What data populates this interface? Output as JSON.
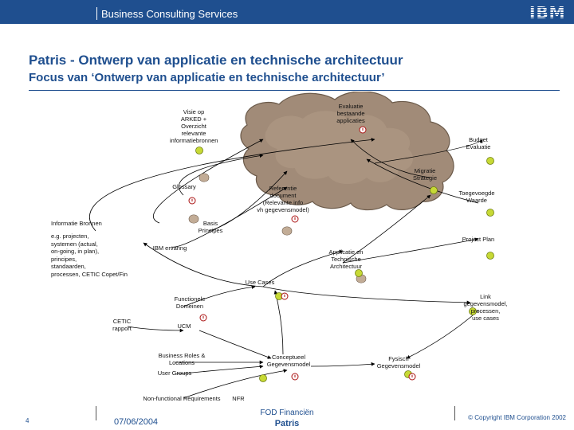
{
  "header": {
    "title": "Business Consulting Services",
    "logo": "IBM"
  },
  "slide": {
    "title": "Patris - Ontwerp van applicatie en technische architectuur",
    "subtitle": "Focus van ‘Ontwerp van applicatie en technische architectuur’"
  },
  "diagram": {
    "colors": {
      "cloud": "#a18b78",
      "cloud_outline": "#6b5a4a",
      "blob": "#c2ac96",
      "bullet": "#c7d935",
      "bullet_outline": "#6f7f10",
      "arrow": "#000000"
    },
    "nodes": {
      "visie": "Visie op\nARKED +\nOverzicht\nrelevante\ninformatiebronnen",
      "evaluatie": "Evaluatie\nbestaande\napplicaties",
      "budget": "Budget\nEvaluatie",
      "migratie": "Migratie\nStrategie",
      "glossary": "Glossary",
      "referentie": "Referentie\ndocument\n(Relevante info\nvh gegevensmodel)",
      "toegevoegde": "Toegevoegde\nWaarde",
      "basis": "Basis\nPrincipes",
      "informatie": "Informatie Bronnen",
      "informatie_detail": "e.g. projecten,\nsystemen (actual,\non-going, in plan),\nprincipes,\nstandaarden,\nprocessen, CETIC Copet/Fin",
      "ibm": "IBM ervaring",
      "project_plan": "Project Plan",
      "applicatie": "Applicatie en\nTechnische\nArchitectuur",
      "use_cases": "Use Cases",
      "functionele": "Functionele\nDomeinen",
      "link": "Link\ngegevensmodel,\nprocessen,\nuse cases",
      "cetic": "CETIC\nrapport",
      "ucm": "UCM",
      "business_roles": "Business Roles &\nLocations",
      "conceptueel": "Conceptueel\nGegevensmodel",
      "fysisch": "Fysisch\nGegevensmodel",
      "user_groups": "User Groups",
      "nfr_req": "Non-functional Requirements",
      "nfr": "NFR"
    }
  },
  "footer": {
    "page": "4",
    "date": "07/06/2004",
    "org": "FOD Financiën",
    "project": "Patris",
    "copyright": "© Copyright IBM Corporation 2002"
  }
}
